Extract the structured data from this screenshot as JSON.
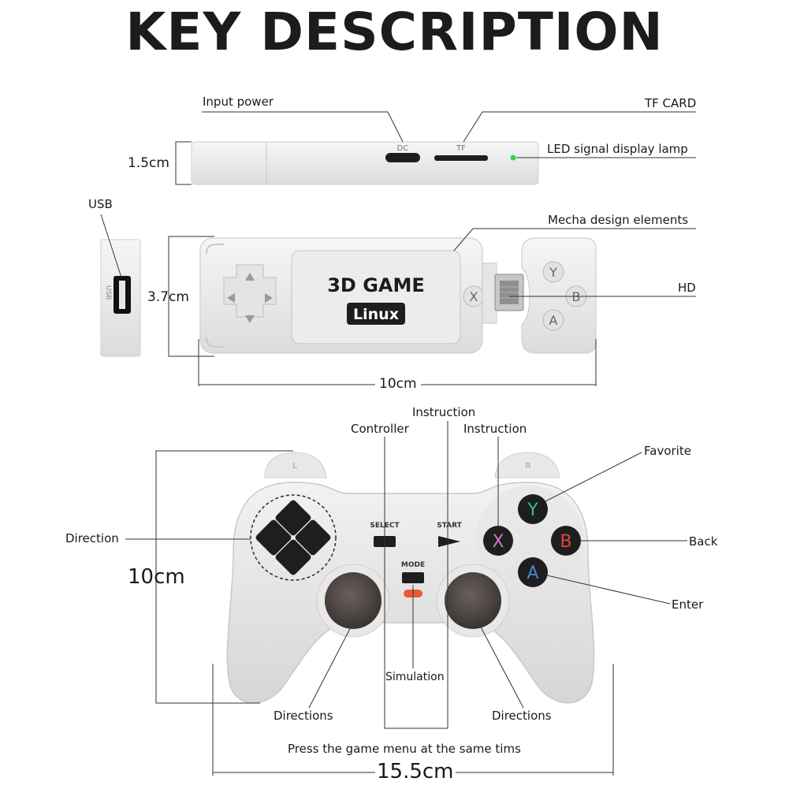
{
  "title": "KEY DESCRIPTION",
  "stick": {
    "labels": {
      "input_power": "Input power",
      "tf_card": "TF CARD",
      "led": "LED signal display lamp",
      "height": "1.5cm",
      "usb": "USB",
      "mecha": "Mecha design elements",
      "width_37": "3.7cm",
      "hd": "HD",
      "length": "10cm"
    },
    "port_dc": "DC",
    "port_tf": "TF",
    "usb_side": "USB",
    "brand_line1": "3D GAME",
    "brand_line2": "Linux",
    "buttons": {
      "x": "X",
      "y": "Y",
      "b": "B",
      "a": "A"
    }
  },
  "controller": {
    "labels": {
      "instruction_top": "Instruction",
      "controller": "Controller",
      "instruction": "Instruction",
      "favorite": "Favorite",
      "direction": "Direction",
      "back": "Back",
      "height": "10cm",
      "enter": "Enter",
      "simulation": "Simulation",
      "directions_left": "Directions",
      "directions_right": "Directions",
      "press_note": "Press the game menu at the same tims",
      "width": "15.5cm"
    },
    "panel": {
      "select": "SELECT",
      "start": "START",
      "mode": "MODE",
      "l": "L",
      "r": "R"
    },
    "buttons": {
      "y": "Y",
      "x": "X",
      "b": "B",
      "a": "A"
    },
    "colors": {
      "y": "#35c08a",
      "x": "#d070d6",
      "b": "#e0443c",
      "a": "#4a86d8"
    }
  }
}
